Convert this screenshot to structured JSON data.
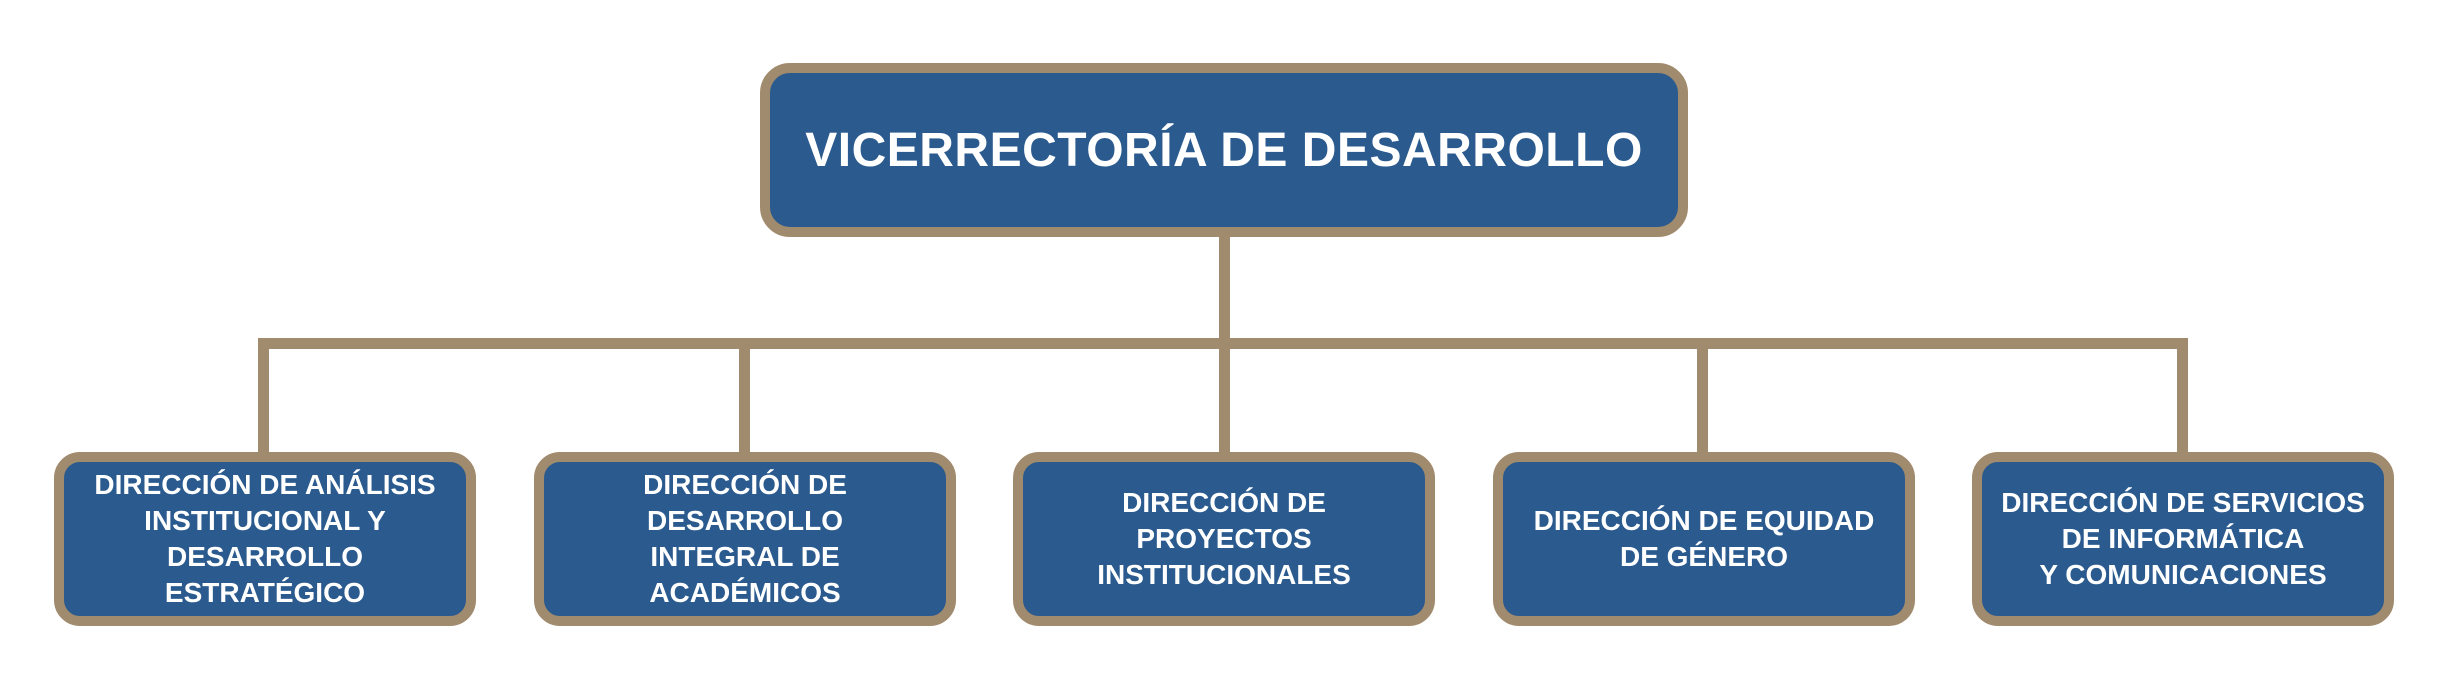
{
  "colors": {
    "box_fill": "#2a5a8e",
    "box_border": "#a08b6e",
    "connector": "#a08b6e",
    "text": "#ffffff",
    "background": "#ffffff"
  },
  "root": {
    "label": "VICERRECTORÍA DE DESARROLLO"
  },
  "children": [
    {
      "label": "DIRECCIÓN DE ANÁLISIS\nINSTITUCIONAL Y DESARROLLO\nESTRATÉGICO"
    },
    {
      "label": "DIRECCIÓN DE DESARROLLO\nINTEGRAL DE ACADÉMICOS"
    },
    {
      "label": "DIRECCIÓN DE PROYECTOS\nINSTITUCIONALES"
    },
    {
      "label": "DIRECCIÓN DE EQUIDAD\nDE GÉNERO"
    },
    {
      "label": "DIRECCIÓN DE SERVICIOS\nDE INFORMÁTICA\nY COMUNICACIONES"
    }
  ]
}
